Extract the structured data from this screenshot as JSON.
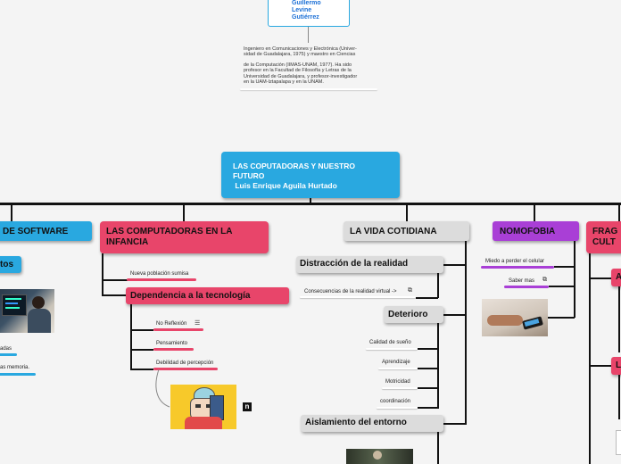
{
  "author_node": {
    "name": "Guillermo\nLevine\nGutiérrez"
  },
  "author_bio": {
    "line1": "Ingeniero en Comunicaciones y Electrónica (Univer-",
    "line2": "sidad de Guadalajara, 1975) y maestro en Ciencias",
    "line3": "de la Computación (IIMAS-UNAM, 1977). Ha sido",
    "line4": "profesor en la Facultad de Filosofía y Letras de la",
    "line5": "Universidad de Guadalajara, y profesor-investigador",
    "line6": "en la UAM-Iztapalapa y en la UNAM."
  },
  "central": {
    "line1": "LAS COPUTADORAS Y NUESTRO",
    "line2": "FUTURO",
    "line3": " Luis Enrique Aguila Hurtado"
  },
  "branches": {
    "software": "DE SOFTWARE",
    "software_sub": "tos",
    "software_leaf1": "adas",
    "software_leaf2": "as memoria.",
    "infancia": "LAS COMPUTADORAS EN LA INFANCIA",
    "infancia_leaf1": "Nueva población sumisa",
    "dependencia": "Dependencia a la tecnología",
    "dep_leaf1": "No Reflexión",
    "dep_leaf2": "Pensamiento",
    "dep_leaf3": "Debilidad de percepción",
    "cotidiana": "LA VIDA COTIDIANA",
    "distraccion": "Distracción de la realidad",
    "distraccion_leaf": "Consecuencias de la realidad virtual ->",
    "deterioro": "Deterioro",
    "det_leaf1": "Calidad de sueño",
    "det_leaf2": "Aprendizaje",
    "det_leaf3": "Motricidad",
    "det_leaf4": "coordinación",
    "aislamiento": "Aislamiento del entorno",
    "nomofobia": "NOMOFOBIA",
    "nomo_leaf1": "Miedo a perder el celular",
    "nomo_leaf2": "Saber mas",
    "frag_line1": "FRAG",
    "frag_line2": "CULT",
    "frag_sub1": "A",
    "frag_sub2": "L"
  },
  "colors": {
    "blue": "#29a8e0",
    "pink": "#e8456a",
    "gray": "#dcdcdc",
    "purple": "#a93fd6",
    "green_text": "#ffffff"
  },
  "icons": {
    "note": "note-icon",
    "external": "external-link-icon",
    "list": "list-icon"
  }
}
